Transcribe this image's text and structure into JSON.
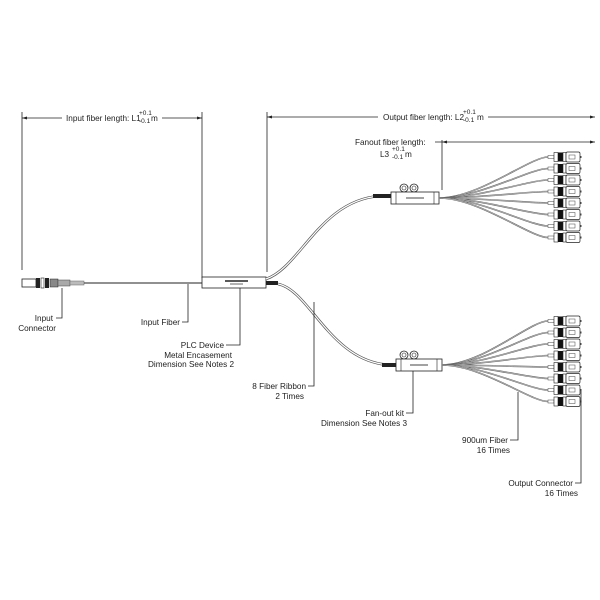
{
  "dimensions": {
    "input_length": {
      "label": "Input fiber length: L1",
      "tol_plus": "+0.1",
      "tol_minus": "-0.1",
      "unit": "m"
    },
    "output_length": {
      "label": "Output fiber length: L2",
      "tol_plus": "+0.1",
      "tol_minus": "-0.1",
      "unit": "m"
    },
    "fanout_length": {
      "label": "Fanout fiber length:",
      "name": "L3",
      "tol_plus": "+0.1",
      "tol_minus": "-0.1",
      "unit": "m"
    }
  },
  "callouts": {
    "input_connector": [
      "Input",
      "Connector"
    ],
    "input_fiber": [
      "Input Fiber"
    ],
    "plc_device": [
      "PLC Device",
      "Metal Encasement",
      "Dimension See Notes 2"
    ],
    "ribbon": [
      "8 Fiber Ribbon",
      "2 Times"
    ],
    "fanout_kit": [
      "Fan-out kit",
      "Dimension See Notes 3"
    ],
    "fiber_900um": [
      "900um Fiber",
      "16 Times"
    ],
    "output_connector": [
      "Output Connector",
      "16 Times"
    ]
  },
  "fanout_groups": [
    {
      "name": "upper",
      "connector_count": 8
    },
    {
      "name": "lower",
      "connector_count": 8
    }
  ],
  "colors": {
    "line": "#222222",
    "fiber": "#555555",
    "background": "#ffffff"
  }
}
